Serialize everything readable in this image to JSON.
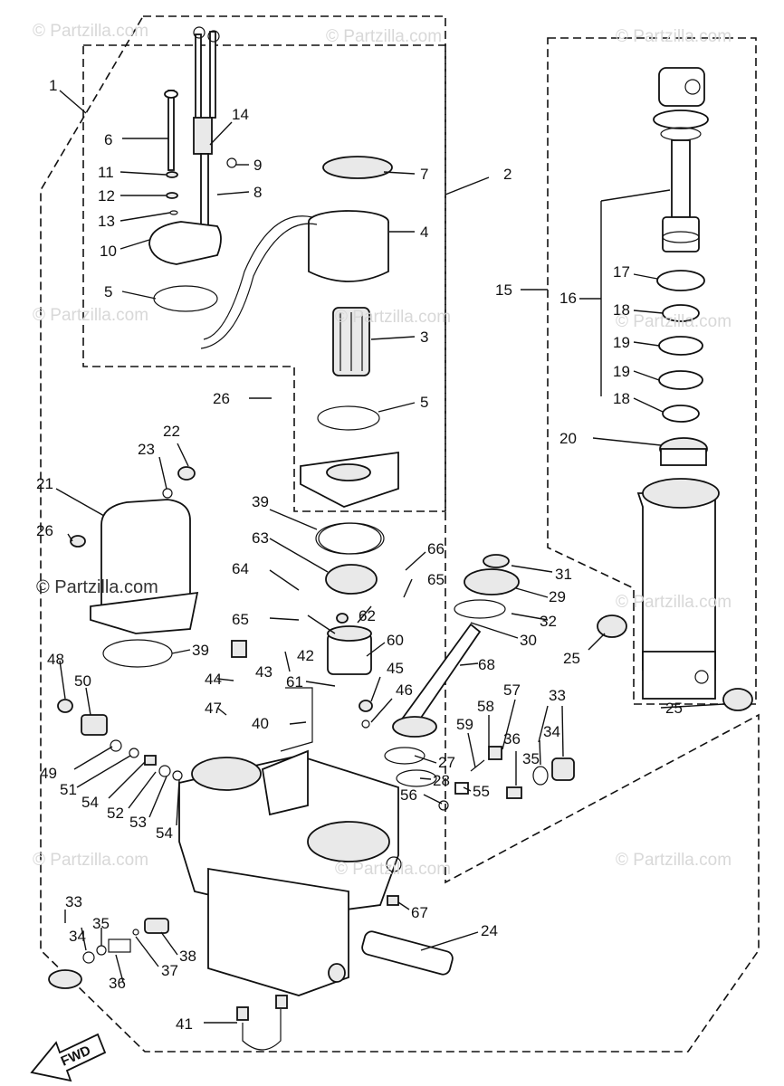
{
  "watermark": "© Partzilla.com",
  "fwd_label": "FWD",
  "callouts": {
    "c1": "1",
    "c2": "2",
    "c3": "3",
    "c4": "4",
    "c5a": "5",
    "c5b": "5",
    "c6": "6",
    "c7": "7",
    "c8": "8",
    "c9": "9",
    "c10": "10",
    "c11": "11",
    "c12": "12",
    "c13": "13",
    "c14": "14",
    "c15": "15",
    "c16": "16",
    "c17": "17",
    "c18a": "18",
    "c18b": "18",
    "c19a": "19",
    "c19b": "19",
    "c20": "20",
    "c21": "21",
    "c22": "22",
    "c23": "23",
    "c24": "24",
    "c25a": "25",
    "c25b": "25",
    "c26a": "26",
    "c26b": "26",
    "c27": "27",
    "c28": "28",
    "c29": "29",
    "c30": "30",
    "c31": "31",
    "c32": "32",
    "c33a": "33",
    "c33b": "33",
    "c34a": "34",
    "c34b": "34",
    "c35a": "35",
    "c35b": "35",
    "c36a": "36",
    "c36b": "36",
    "c37": "37",
    "c38": "38",
    "c39a": "39",
    "c39b": "39",
    "c40": "40",
    "c41": "41",
    "c42": "42",
    "c43": "43",
    "c44": "44",
    "c45": "45",
    "c46": "46",
    "c47": "47",
    "c48": "48",
    "c49": "49",
    "c50": "50",
    "c51": "51",
    "c52": "52",
    "c53": "53",
    "c54a": "54",
    "c54b": "54",
    "c55": "55",
    "c56": "56",
    "c57": "57",
    "c58": "58",
    "c59": "59",
    "c60": "60",
    "c61": "61",
    "c62": "62",
    "c63": "63",
    "c64": "64",
    "c65a": "65",
    "c65b": "65",
    "c66": "66",
    "c67": "67",
    "c68": "68"
  }
}
